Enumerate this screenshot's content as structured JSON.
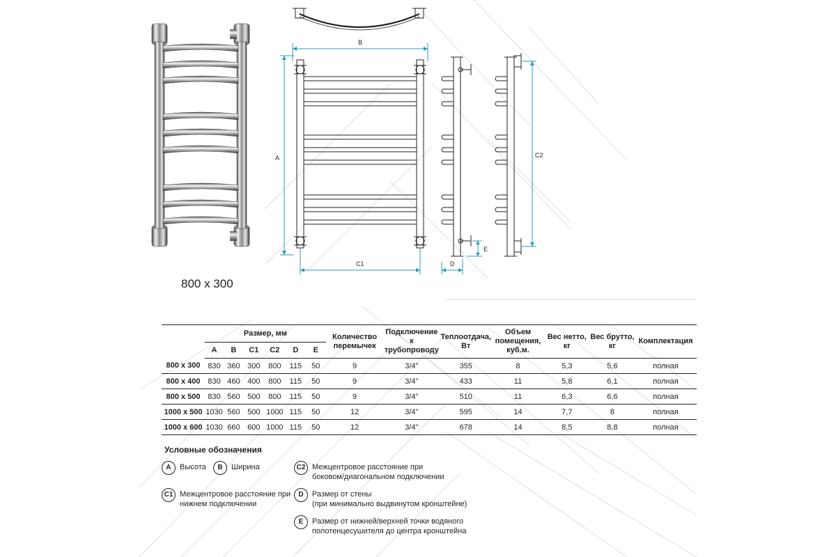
{
  "caption": "800 x 300",
  "dimension_labels": {
    "a": "A",
    "b": "B",
    "c1": "C1",
    "c2": "C2",
    "d": "D",
    "e": "E"
  },
  "table": {
    "size_group": "Размер, мм",
    "sub_headers": [
      "A",
      "B",
      "C1",
      "C2",
      "D",
      "E"
    ],
    "headers": {
      "bars_line1": "Количество",
      "bars_line2": "перемычек",
      "conn_line1": "Подключение",
      "conn_line2": "к трубопроводу",
      "heat_line1": "Теплоотдача,",
      "heat_line2": "Вт",
      "vol_line1": "Объем",
      "vol_line2": "помещения,",
      "vol_line3": "куб.м.",
      "net_line1": "Вес нетто,",
      "net_line2": "кг",
      "gross_line1": "Вес брутто,",
      "gross_line2": "кг",
      "kit": "Комплектация"
    },
    "rows": [
      [
        "800 x 300",
        "830",
        "360",
        "300",
        "800",
        "115",
        "50",
        "9",
        "3/4\"",
        "355",
        "8",
        "5,3",
        "5,6",
        "полная"
      ],
      [
        "800 x 400",
        "830",
        "460",
        "400",
        "800",
        "115",
        "50",
        "9",
        "3/4\"",
        "433",
        "11",
        "5,8",
        "6,1",
        "полная"
      ],
      [
        "800 x 500",
        "830",
        "560",
        "500",
        "800",
        "115",
        "50",
        "9",
        "3/4\"",
        "510",
        "11",
        "6,3",
        "6,6",
        "полная"
      ],
      [
        "1000 x 500",
        "1030",
        "560",
        "500",
        "1000",
        "115",
        "50",
        "12",
        "3/4\"",
        "595",
        "14",
        "7,7",
        "8",
        "полная"
      ],
      [
        "1000 x 600",
        "1030",
        "660",
        "600",
        "1000",
        "115",
        "50",
        "12",
        "3/4\"",
        "678",
        "14",
        "8,5",
        "8,8",
        "полная"
      ]
    ]
  },
  "legend": {
    "title": "Условные обозначения",
    "items": [
      {
        "badge": "A",
        "line1": "Высота",
        "line2": ""
      },
      {
        "badge": "B",
        "line1": "Ширина",
        "line2": ""
      },
      {
        "badge": "C1",
        "line1": "Межцентровое расстояние при",
        "line2": "нижнем подключении"
      },
      {
        "badge": "C2",
        "line1": "Межцентровое расстояние при",
        "line2": "боковом/диагональном подключении"
      },
      {
        "badge": "D",
        "line1": "Размер от стены",
        "line2": "(при минимально выдвинутом кронштейне)"
      },
      {
        "badge": "E",
        "line1": "Размер от нижней/верхней точки водяного",
        "line2": "полотенцесушителя до центра кронштейна"
      }
    ]
  },
  "colors": {
    "dimension": "#2a9db5",
    "ink": "#231f20",
    "background_lines": "#dcdcdc"
  }
}
